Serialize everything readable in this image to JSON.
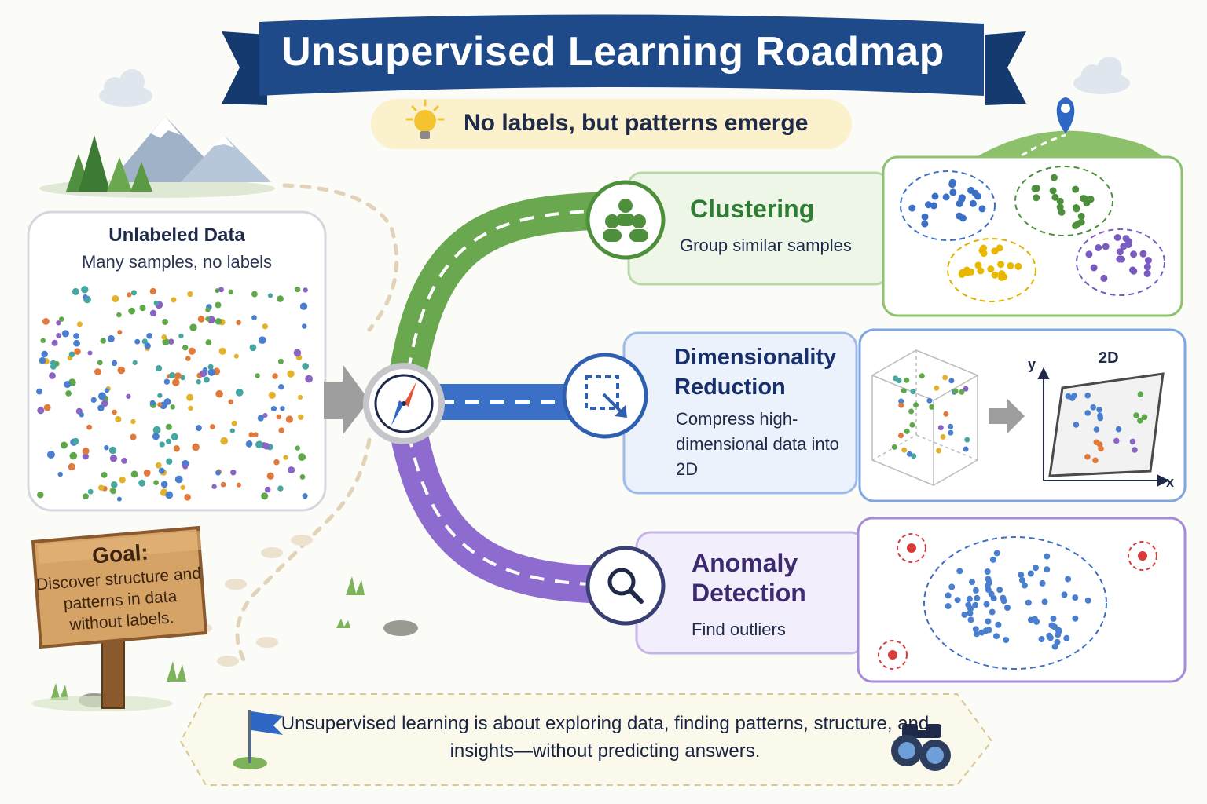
{
  "title": "Unsupervised Learning Roadmap",
  "subtitle": "No labels, but patterns emerge",
  "data_panel": {
    "title": "Unlabeled Data",
    "subtitle": "Many samples, no labels"
  },
  "goal_sign": {
    "title": "Goal:",
    "text": "Discover structure and patterns in data without labels."
  },
  "branches": {
    "clustering": {
      "title": "Clustering",
      "description": "Group similar samples",
      "color": "#6aa84f",
      "icon": "people-group-icon"
    },
    "dimensionality": {
      "title": "Dimensionality Reduction",
      "description": "Compress high-dimensional data into 2D",
      "color": "#3c6fc6",
      "icon": "compress-arrow-icon"
    },
    "anomaly": {
      "title": "Anomaly Detection",
      "description": "Find outliers",
      "color": "#8e6ccf",
      "icon": "magnifier-icon"
    }
  },
  "projection_labels": {
    "plane": "2D",
    "y_axis": "y",
    "x_axis": "x"
  },
  "footer": "Unsupervised learning is about exploring data, finding patterns, structure, and insights—without predicting answers.",
  "colors": {
    "banner": "#1f4a8a",
    "tip_bg": "#fbf1cc",
    "clustering": "#6aa84f",
    "dimensionality": "#3c6fc6",
    "anomaly": "#8e6ccf",
    "outlier": "#d93b3b"
  }
}
